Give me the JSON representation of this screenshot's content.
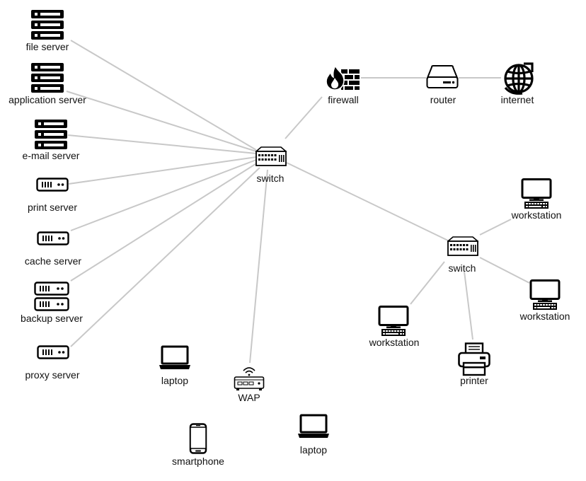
{
  "diagram": {
    "colors": {
      "link": "#c8c8c8",
      "icon": "#000000",
      "background": "#ffffff"
    },
    "nodes": [
      {
        "id": "file-server",
        "label": "file server",
        "icon": "server-rack-icon"
      },
      {
        "id": "application-server",
        "label": "application server",
        "icon": "server-rack-icon"
      },
      {
        "id": "email-server",
        "label": "e-mail server",
        "icon": "server-rack-icon"
      },
      {
        "id": "print-server",
        "label": "print server",
        "icon": "server-unit-icon"
      },
      {
        "id": "cache-server",
        "label": "cache server",
        "icon": "server-unit-icon"
      },
      {
        "id": "backup-server",
        "label": "backup server",
        "icon": "server-double-icon"
      },
      {
        "id": "proxy-server",
        "label": "proxy server",
        "icon": "server-unit-icon"
      },
      {
        "id": "laptop-1",
        "label": "laptop",
        "icon": "laptop-icon"
      },
      {
        "id": "wap",
        "label": "WAP",
        "icon": "wireless-access-point-icon"
      },
      {
        "id": "smartphone",
        "label": "smartphone",
        "icon": "smartphone-icon"
      },
      {
        "id": "laptop-2",
        "label": "laptop",
        "icon": "laptop-icon"
      },
      {
        "id": "switch-main",
        "label": "switch",
        "icon": "switch-icon"
      },
      {
        "id": "firewall",
        "label": "firewall",
        "icon": "firewall-icon"
      },
      {
        "id": "router",
        "label": "router",
        "icon": "router-icon"
      },
      {
        "id": "internet",
        "label": "internet",
        "icon": "globe-icon"
      },
      {
        "id": "switch-2",
        "label": "switch",
        "icon": "switch-icon"
      },
      {
        "id": "workstation-1",
        "label": "workstation",
        "icon": "workstation-icon"
      },
      {
        "id": "workstation-2",
        "label": "workstation",
        "icon": "workstation-icon"
      },
      {
        "id": "workstation-3",
        "label": "workstation",
        "icon": "workstation-icon"
      },
      {
        "id": "printer",
        "label": "printer",
        "icon": "printer-icon"
      }
    ],
    "links": [
      [
        "file-server",
        "switch-main"
      ],
      [
        "application-server",
        "switch-main"
      ],
      [
        "email-server",
        "switch-main"
      ],
      [
        "print-server",
        "switch-main"
      ],
      [
        "cache-server",
        "switch-main"
      ],
      [
        "backup-server",
        "switch-main"
      ],
      [
        "proxy-server",
        "switch-main"
      ],
      [
        "wap",
        "switch-main"
      ],
      [
        "firewall",
        "switch-main"
      ],
      [
        "firewall",
        "router"
      ],
      [
        "router",
        "internet"
      ],
      [
        "switch-main",
        "switch-2"
      ],
      [
        "switch-2",
        "workstation-1"
      ],
      [
        "switch-2",
        "workstation-2"
      ],
      [
        "switch-2",
        "workstation-3"
      ],
      [
        "switch-2",
        "printer"
      ]
    ]
  }
}
